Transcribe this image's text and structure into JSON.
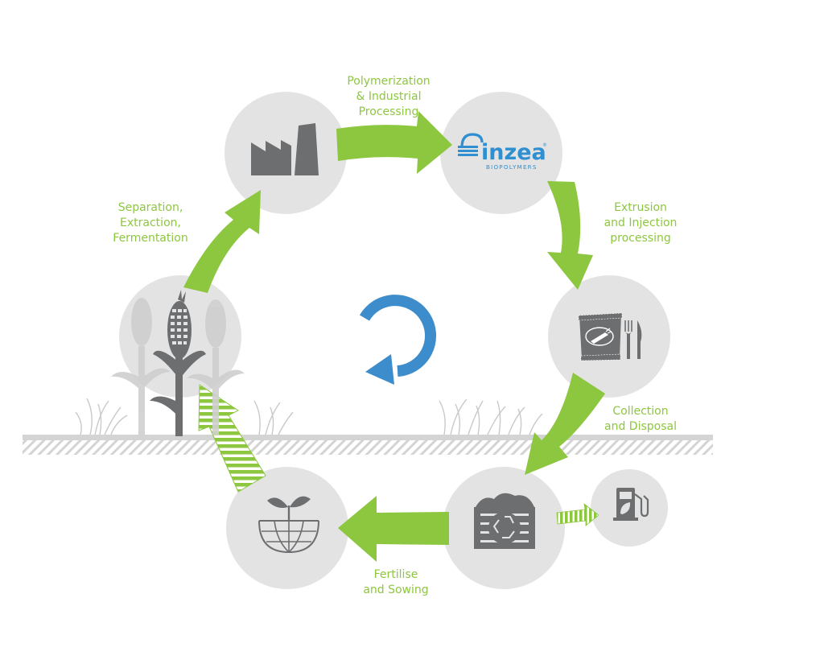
{
  "colors": {
    "arrow_green": "#8dc63f",
    "label_green": "#8dc63f",
    "circle_gray": "#e3e3e3",
    "icon_gray": "#6d6e70",
    "cycle_blue": "#3d8ccb",
    "ground_gray": "#d4d4d4"
  },
  "labels": {
    "polymerization": [
      "Polymerization",
      "& Industrial",
      "Processing"
    ],
    "extrusion": [
      "Extrusion",
      "and Injection",
      "processing"
    ],
    "collection": [
      "Collection",
      "and Disposal"
    ],
    "fertilise": [
      "Fertilise",
      "and Sowing"
    ],
    "separation": [
      "Separation,",
      "Extraction,",
      "Fermentation"
    ]
  },
  "logo": {
    "word": "inzea",
    "subtitle": "BIOPOLYMERS",
    "registered": "®"
  },
  "icons": {
    "factory": "factory-icon",
    "logo": "inzea-logo",
    "packaging": "snack-bag-cutlery-icon",
    "compost": "compost-bin-recycle-icon",
    "fuel": "fuel-pump-leaf-icon",
    "sowing": "sprout-globe-icon",
    "corn": "corn-plant-icon",
    "cycle": "cycle-arrow-icon"
  }
}
